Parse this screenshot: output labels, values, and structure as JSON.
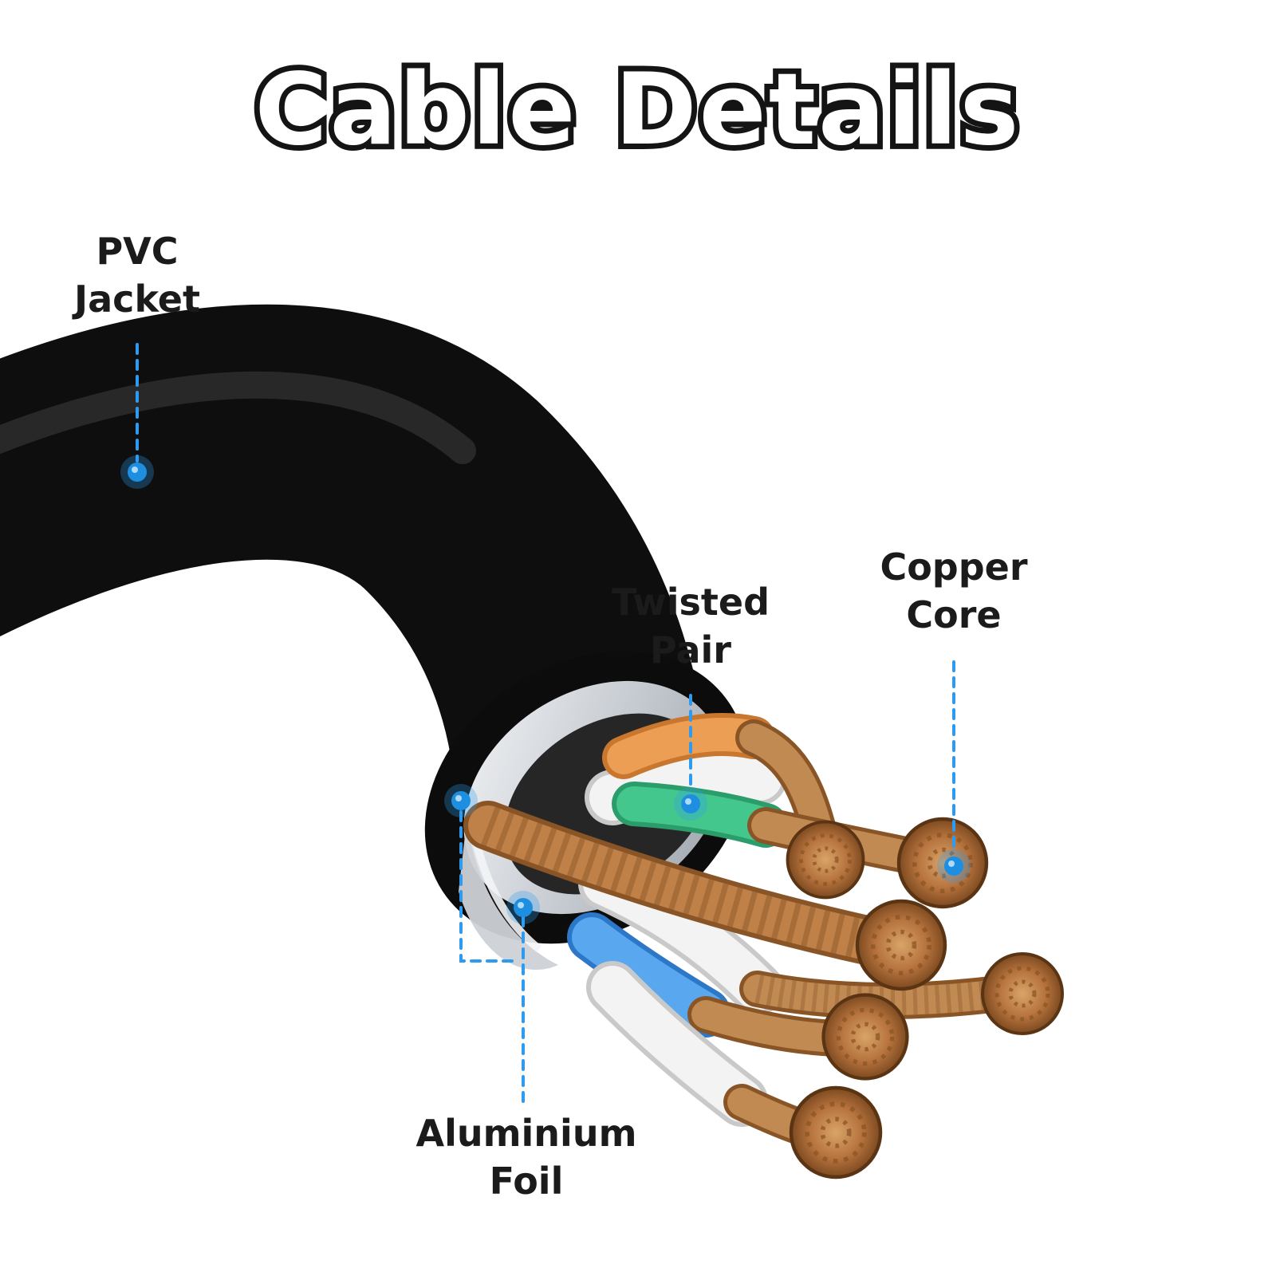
{
  "title": "Cable Details",
  "callouts": {
    "pvc_jacket": {
      "label": "PVC\nJacket"
    },
    "twisted_pair": {
      "label": "Twisted\nPair"
    },
    "copper_core": {
      "label": "Copper\nCore"
    },
    "aluminium_foil": {
      "label": "Aluminium\nFoil"
    }
  },
  "colors": {
    "accent_blue": "#2e9bf0",
    "jacket_black": "#0e0e0e",
    "foil_silver": "#c7ccd2",
    "copper": "#b5713c",
    "wire_white": "#f3f3f3",
    "wire_orange": "#ec9e55",
    "wire_green": "#44c78c",
    "wire_blue": "#58a7ef"
  }
}
